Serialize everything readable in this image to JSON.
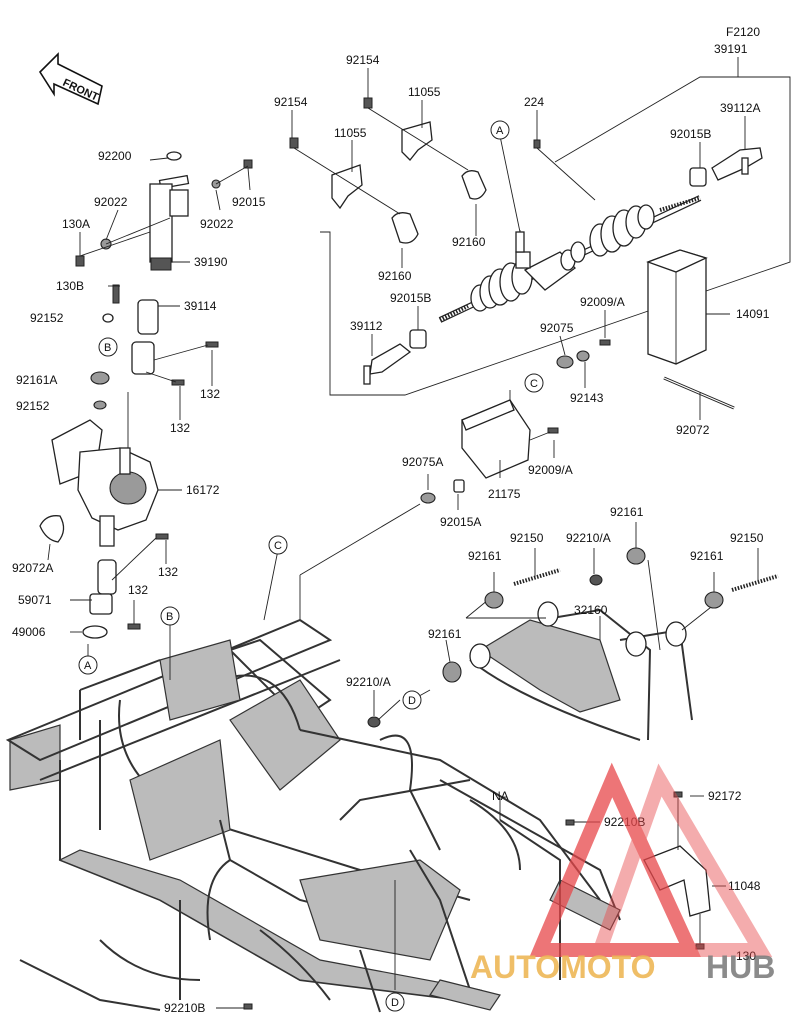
{
  "figure_code": "F2120",
  "assembly_number": "39191",
  "front_label": "FRONT",
  "note_na": "NA",
  "callouts": [
    "A",
    "B",
    "C",
    "D"
  ],
  "watermark": {
    "part1": "AUTOMOTO",
    "part2": "HUB",
    "color": "#e8474a"
  },
  "parts": {
    "p92154a": "92154",
    "p92154b": "92154",
    "p11055a": "11055",
    "p11055b": "11055",
    "p224": "224",
    "p39112A": "39112A",
    "p92015B_r": "92015B",
    "p92200": "92200",
    "p92022a": "92022",
    "p92022b": "92022",
    "p92015": "92015",
    "p130A": "130A",
    "p39190": "39190",
    "p92160a": "92160",
    "p92160b": "92160",
    "p130B": "130B",
    "p39114": "39114",
    "p92015B_l": "92015B",
    "p92009A_a": "92009/A",
    "p92152a": "92152",
    "p39112": "39112",
    "p92075": "92075",
    "p14091": "14091",
    "p92161A": "92161A",
    "p132a": "132",
    "p92143": "92143",
    "p92152b": "92152",
    "p132b": "132",
    "p92072": "92072",
    "p92075A": "92075A",
    "p92009A_b": "92009/A",
    "p16172": "16172",
    "p21175": "21175",
    "p92015A": "92015A",
    "p92161a": "92161",
    "p92072A": "92072A",
    "p92150a": "92150",
    "p92210Aa": "92210/A",
    "p92161b": "92161",
    "p92150b": "92150",
    "p92161c": "92161",
    "p132c": "132",
    "p59071": "59071",
    "p132d": "132",
    "p32160": "32160",
    "p49006": "49006",
    "p92161d": "92161",
    "p92210Ab": "92210/A",
    "p92172": "92172",
    "p92210B_a": "92210B",
    "p11048": "11048",
    "p130": "130",
    "p92210B_b": "92210B"
  }
}
